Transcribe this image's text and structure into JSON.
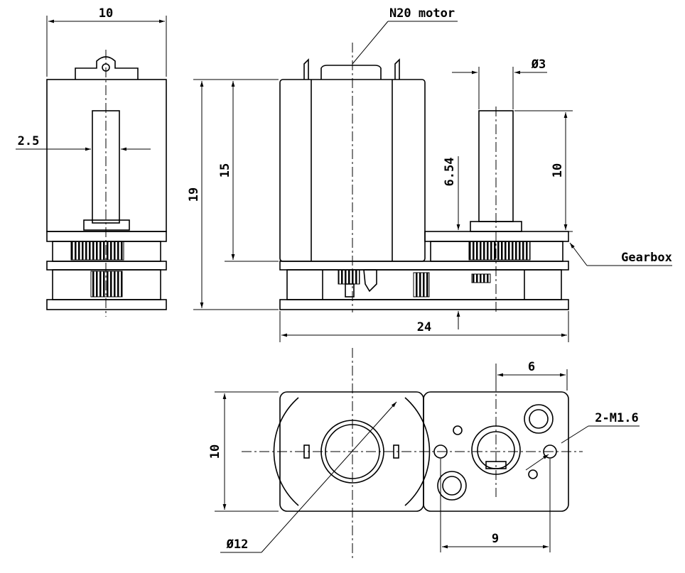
{
  "drawing": {
    "callouts": {
      "motor": "N20 motor",
      "gearbox": "Gearbox",
      "mount_holes": "2-M1.6"
    },
    "dimensions": {
      "side_width": "10",
      "shaft_flat": "2.5",
      "overall_height": "19",
      "motor_height": "15",
      "shaft_offset": "6.54",
      "shaft_diameter": "Ø3",
      "shaft_length": "10",
      "overall_length": "24",
      "hole_offset": "6",
      "bottom_height": "10",
      "hole_spacing": "9",
      "motor_diameter": "Ø12"
    }
  }
}
